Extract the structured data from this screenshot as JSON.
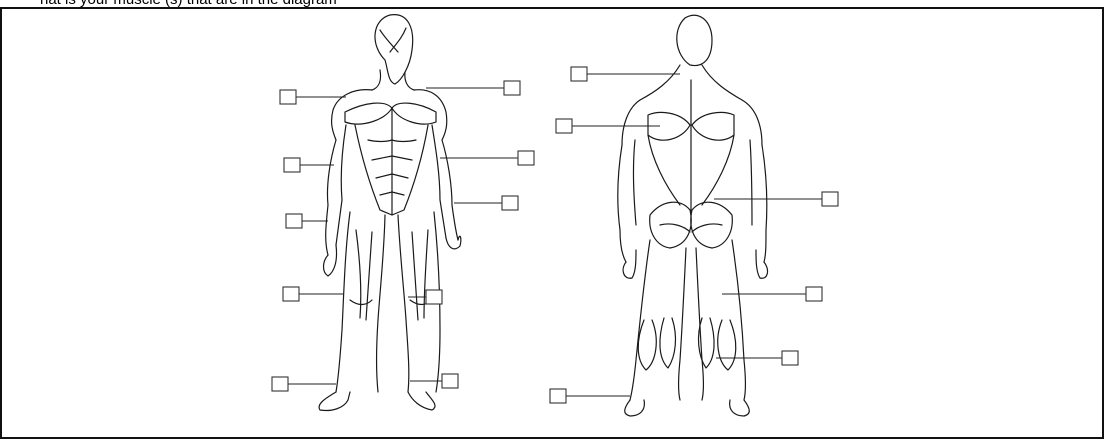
{
  "header": {
    "cropped_text": "hat is your muscle (s) that are in the diagram"
  },
  "figures": [
    {
      "view": "front",
      "label_boxes": [
        {
          "value": ""
        },
        {
          "value": ""
        },
        {
          "value": ""
        },
        {
          "value": ""
        },
        {
          "value": ""
        },
        {
          "value": ""
        },
        {
          "value": ""
        },
        {
          "value": ""
        },
        {
          "value": ""
        },
        {
          "value": ""
        }
      ]
    },
    {
      "view": "back",
      "label_boxes": [
        {
          "value": ""
        },
        {
          "value": ""
        },
        {
          "value": ""
        },
        {
          "value": ""
        },
        {
          "value": ""
        },
        {
          "value": ""
        }
      ]
    }
  ]
}
